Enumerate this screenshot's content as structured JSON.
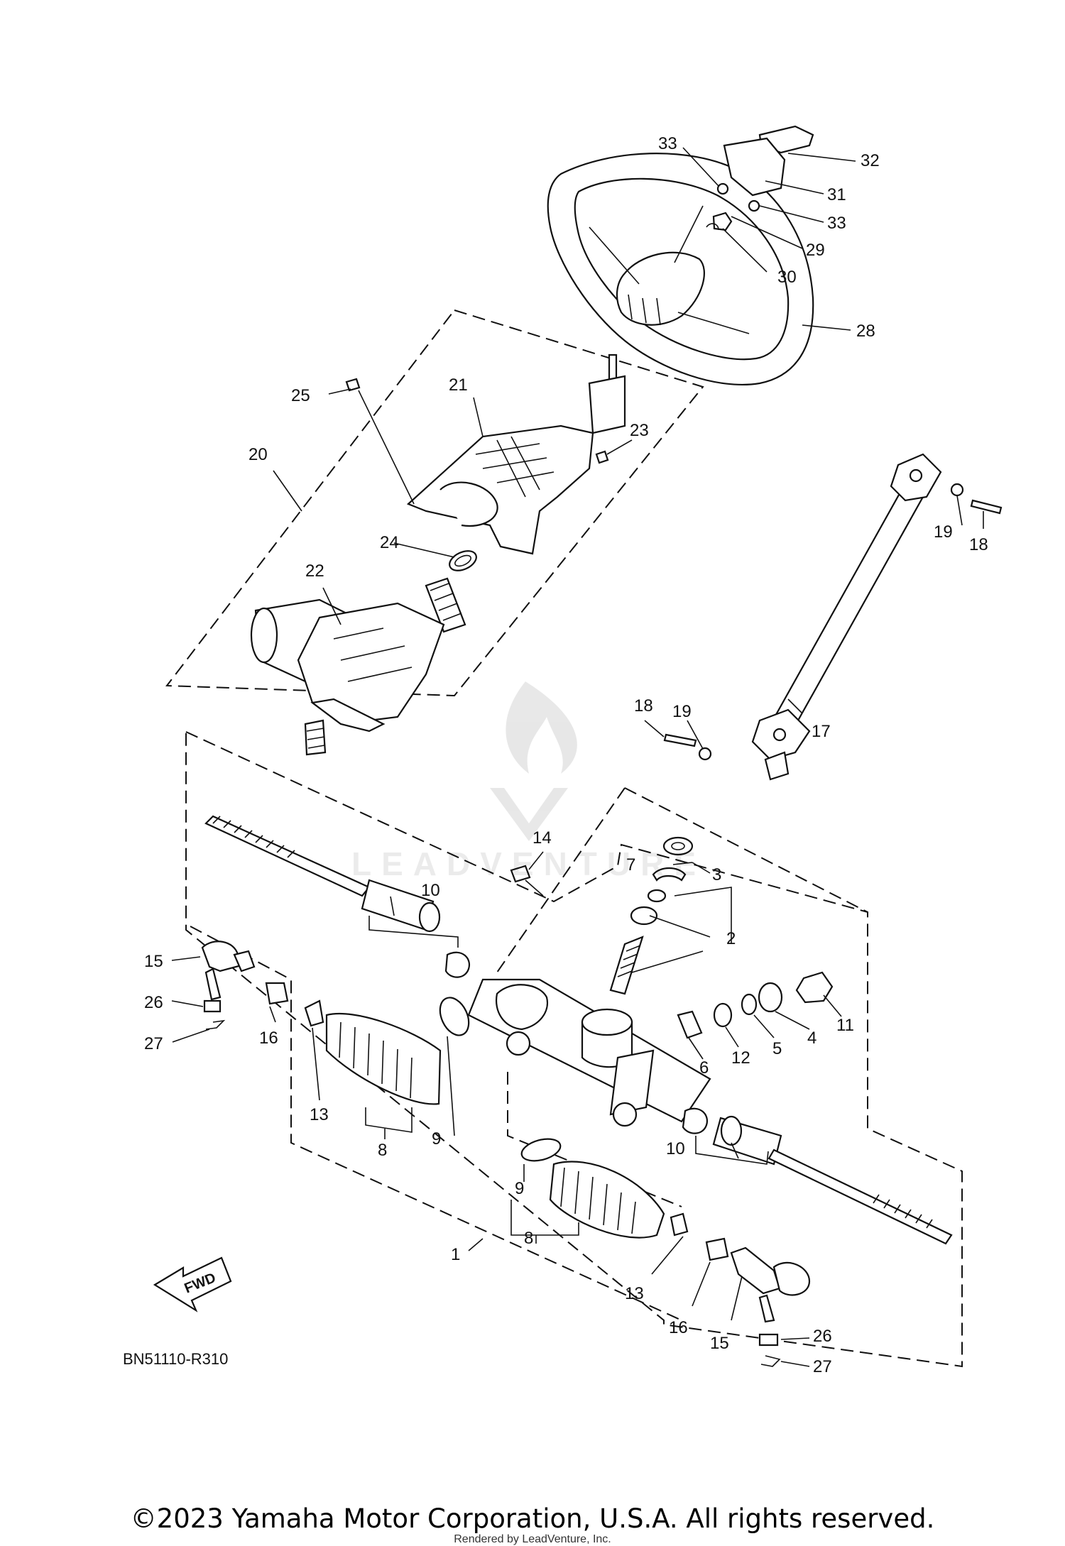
{
  "diagram_code": "BN51110-R310",
  "fwd_label": "FWD",
  "watermark": "LEADVENTURE",
  "copyright": "©2023 Yamaha Motor Corporation, U.S.A. All rights reserved.",
  "rendered_by": "Rendered by LeadVenture, Inc.",
  "callouts": [
    {
      "id": "c33a",
      "text": "33"
    },
    {
      "id": "c32",
      "text": "32"
    },
    {
      "id": "c31",
      "text": "31"
    },
    {
      "id": "c33b",
      "text": "33"
    },
    {
      "id": "c29",
      "text": "29"
    },
    {
      "id": "c30",
      "text": "30"
    },
    {
      "id": "c28",
      "text": "28"
    },
    {
      "id": "c25",
      "text": "25"
    },
    {
      "id": "c21",
      "text": "21"
    },
    {
      "id": "c23",
      "text": "23"
    },
    {
      "id": "c20",
      "text": "20"
    },
    {
      "id": "c24",
      "text": "24"
    },
    {
      "id": "c22",
      "text": "22"
    },
    {
      "id": "c19a",
      "text": "19"
    },
    {
      "id": "c18a",
      "text": "18"
    },
    {
      "id": "c18b",
      "text": "18"
    },
    {
      "id": "c19b",
      "text": "19"
    },
    {
      "id": "c17",
      "text": "17"
    },
    {
      "id": "c14",
      "text": "14"
    },
    {
      "id": "c7",
      "text": "7"
    },
    {
      "id": "c3",
      "text": "3"
    },
    {
      "id": "c10a",
      "text": "10"
    },
    {
      "id": "c2",
      "text": "2"
    },
    {
      "id": "c15a",
      "text": "15"
    },
    {
      "id": "c26a",
      "text": "26"
    },
    {
      "id": "c16a",
      "text": "16"
    },
    {
      "id": "c27a",
      "text": "27"
    },
    {
      "id": "c11",
      "text": "11"
    },
    {
      "id": "c4",
      "text": "4"
    },
    {
      "id": "c5",
      "text": "5"
    },
    {
      "id": "c12",
      "text": "12"
    },
    {
      "id": "c6",
      "text": "6"
    },
    {
      "id": "c13a",
      "text": "13"
    },
    {
      "id": "c9a",
      "text": "9"
    },
    {
      "id": "c8a",
      "text": "8"
    },
    {
      "id": "c10b",
      "text": "10"
    },
    {
      "id": "c9b",
      "text": "9"
    },
    {
      "id": "c8b",
      "text": "8"
    },
    {
      "id": "c1",
      "text": "1"
    },
    {
      "id": "c13b",
      "text": "13"
    },
    {
      "id": "c16b",
      "text": "16"
    },
    {
      "id": "c15b",
      "text": "15"
    },
    {
      "id": "c26b",
      "text": "26"
    },
    {
      "id": "c27b",
      "text": "27"
    }
  ]
}
